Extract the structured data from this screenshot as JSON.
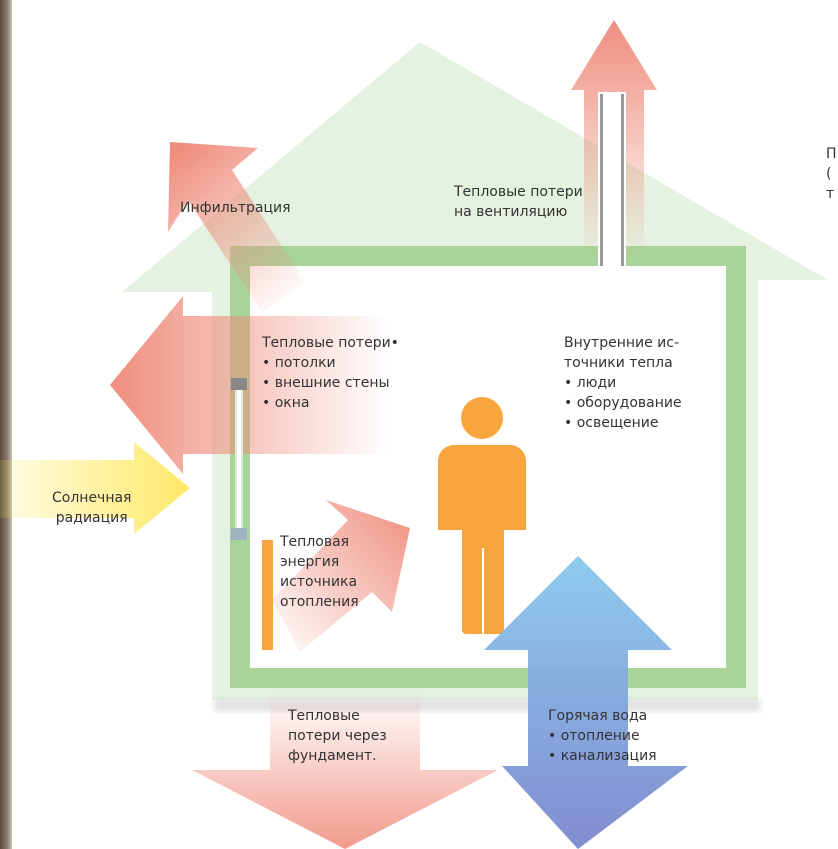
{
  "labels": {
    "infiltration": "Инфильтрация",
    "ventilation": [
      "Тепловые потери",
      "на вентиляцию"
    ],
    "envelope": [
      "Тепловые потери•",
      "• потолки",
      "• внешние стены",
      "• окна"
    ],
    "internal": [
      "Внутренние ис-",
      "точники тепла",
      "• люди",
      "• оборудование",
      "• освещение"
    ],
    "solar": [
      "Солнечная",
      "радиация"
    ],
    "heating": [
      "Тепловая",
      "энергия",
      "источника",
      "отопления"
    ],
    "foundation": [
      "Тепловые",
      "потери через",
      "фундамент."
    ],
    "hot_water": [
      "Горячая вода",
      "• отопление",
      "• канализация"
    ],
    "cut_right": [
      "П",
      "(",
      "т"
    ]
  },
  "colors": {
    "house": "#cfe8c8",
    "wall": "#a8d49a",
    "heat_loss": "#ee8877",
    "solar": "#ffe966",
    "person": "#f7a53c",
    "water_top": "#88c8ee",
    "water_bottom": "#7a86cc"
  }
}
